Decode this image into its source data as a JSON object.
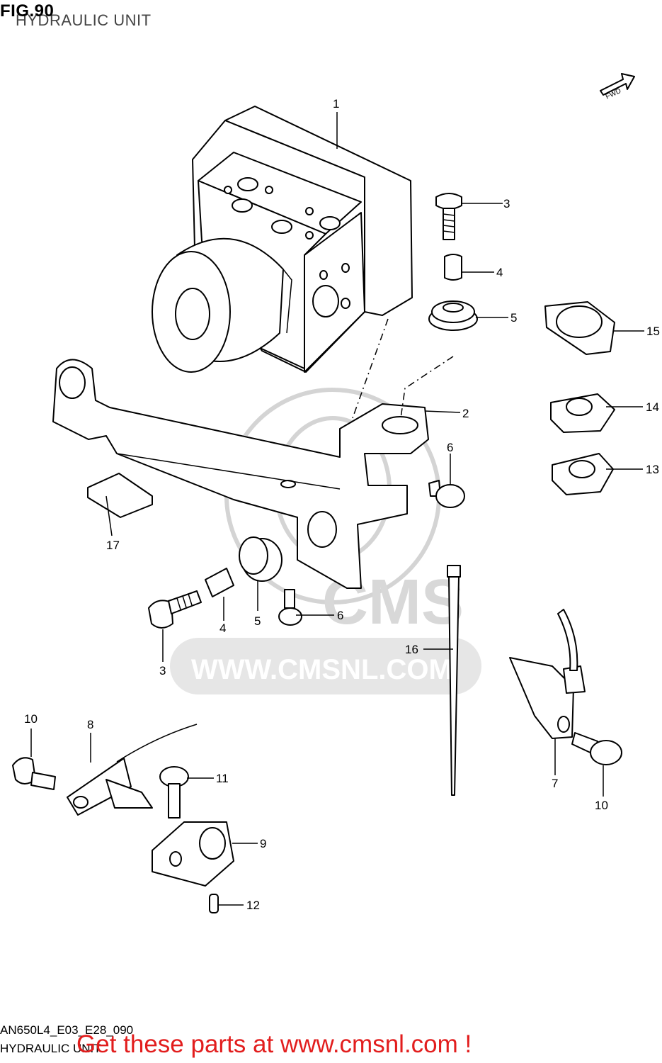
{
  "header": {
    "fig": "FIG.90",
    "subtitle": "HYDRAULIC UNIT"
  },
  "fwd_label": "FWD",
  "watermark": {
    "brand": "CMS",
    "url": "WWW.CMSNL.COM"
  },
  "callouts": [
    "1",
    "2",
    "3",
    "4",
    "5",
    "6",
    "7",
    "8",
    "9",
    "10",
    "11",
    "12",
    "13",
    "14",
    "15",
    "16",
    "17"
  ],
  "footer": {
    "code": "AN650L4_E03_E28_090",
    "name": "HYDRAULIC UNIT",
    "cta": "Get these parts at www.cmsnl.com !"
  }
}
